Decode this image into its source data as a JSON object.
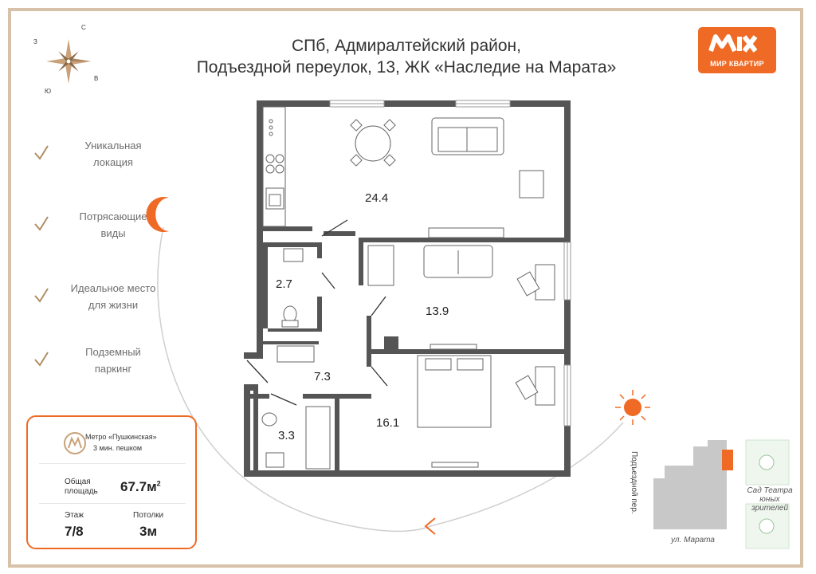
{
  "header": {
    "title_line1": "СПб, Адмиралтейский район,",
    "title_line2": "Подъездной переулок, 13, ЖК «Наследие на Марата»"
  },
  "brand": {
    "name": "МИР КВАРТИР",
    "color": "#ef6a25"
  },
  "compass": {
    "north": "С",
    "west": "З",
    "east": "В",
    "south": "Ю"
  },
  "features": [
    {
      "line1": "Уникальная",
      "line2": "локация"
    },
    {
      "line1": "Потрясающие",
      "line2": "виды"
    },
    {
      "line1": "Идеальное место",
      "line2": "для жизни"
    },
    {
      "line1": "Подземный",
      "line2": "паркинг"
    }
  ],
  "info_card": {
    "metro_name": "Метро «Пушкинская»",
    "metro_walk": "3 мин. пешком",
    "area_label_1": "Общая",
    "area_label_2": "площадь",
    "area_value": "67.7м",
    "area_sup": "2",
    "floor_label": "Этаж",
    "floor_value": "7/8",
    "ceiling_label": "Потолки",
    "ceiling_value": "3м"
  },
  "rooms": {
    "living": "24.4",
    "bath_small": "2.7",
    "bedroom": "13.9",
    "hall": "7.3",
    "bath": "3.3",
    "master": "16.1"
  },
  "site_plan": {
    "street_side": "Подъездной пер.",
    "street_bottom": "ул. Марата",
    "garden_line1": "Сад Театра",
    "garden_line2": "юных зрителей"
  },
  "colors": {
    "accent": "#ef6a25",
    "wall": "#555555",
    "frame": "#d7c1a8",
    "checkmark": "#b08d62"
  }
}
